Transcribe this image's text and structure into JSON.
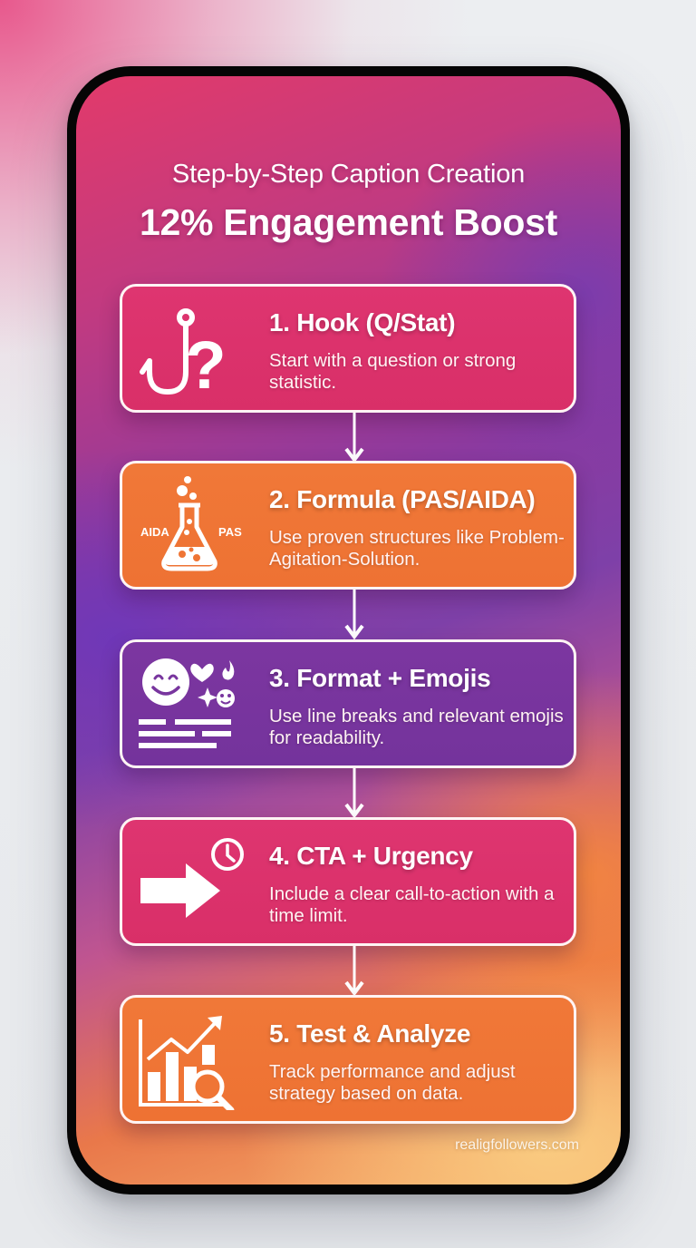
{
  "header": {
    "subtitle": "Step-by-Step Caption Creation",
    "title": "12% Engagement Boost"
  },
  "steps": [
    {
      "title": "1. Hook (Q/Stat)",
      "description": "Start with a question or strong statistic.",
      "icon": "fishhook-question-icon",
      "color": "#dc3370"
    },
    {
      "title": "2. Formula (PAS/AIDA)",
      "description": "Use proven structures like Problem-Agitation-Solution.",
      "icon": "flask-icon",
      "icon_labels": [
        "AIDA",
        "PAS"
      ],
      "color": "#ef7535"
    },
    {
      "title": "3. Format + Emojis",
      "description": "Use line breaks and relevant emojis for readability.",
      "icon": "emoji-lines-icon",
      "color": "#78359e"
    },
    {
      "title": "4. CTA + Urgency",
      "description": "Include a clear call-to-action with a time limit.",
      "icon": "arrow-clock-icon",
      "color": "#dc3370"
    },
    {
      "title": "5. Test & Analyze",
      "description": "Track performance and adjust strategy based on data.",
      "icon": "chart-magnifier-icon",
      "color": "#ef7535"
    }
  ],
  "footer": {
    "watermark": "realigfollowers.com"
  }
}
